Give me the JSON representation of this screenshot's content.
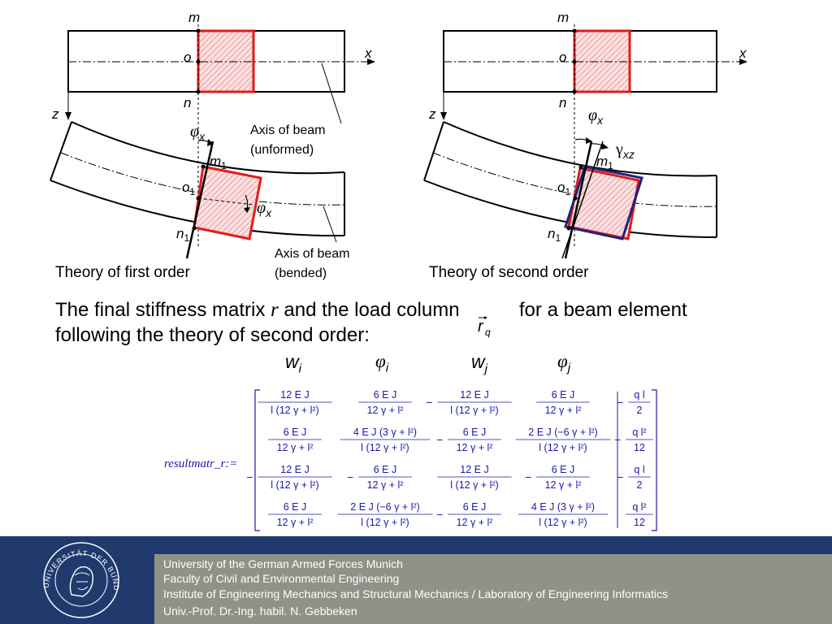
{
  "diagram": {
    "left_labels": {
      "m": "m",
      "o": "o",
      "n": "n",
      "x": "x",
      "z": "z",
      "phi": "φ",
      "phi_sub": "x",
      "m1": "m",
      "o1": "o",
      "n1": "n",
      "sub1": "1",
      "phi2": "φ",
      "phi2_sub": "x"
    },
    "axis_unformed": [
      "Axis of beam",
      "(unformed)"
    ],
    "axis_bended": [
      "Axis of beam",
      "(bended)"
    ],
    "caption_first": "Theory of first order",
    "right_labels": {
      "m": "m",
      "o": "o",
      "n": "n",
      "x": "x",
      "z": "z",
      "phi": "φ",
      "phi_sub": "x",
      "gamma": "γ",
      "gamma_sub": "xz",
      "m1": "m",
      "o1": "o",
      "n1": "n",
      "sub1": "1"
    },
    "caption_second": "Theory of second order"
  },
  "text": {
    "para_a": "The final stiffness matrix ",
    "para_r": "r",
    "para_b": " and the load column ",
    "para_rq": "r",
    "para_rq_sub": "q",
    "para_c": " for a beam element",
    "para_line2": "following the theory of second order:"
  },
  "matrix": {
    "label": "resultmatr_r:=",
    "col_headers": [
      {
        "sym": "w",
        "sub": "i"
      },
      {
        "sym": "φ",
        "sub": "i"
      },
      {
        "sym": "w",
        "sub": "j"
      },
      {
        "sym": "φ",
        "sub": "j"
      }
    ],
    "rows": [
      [
        {
          "sign": "",
          "num": "12 E J",
          "den": "l (12 γ + l²)"
        },
        {
          "sign": "",
          "num": "6 E J",
          "den": "12 γ + l²"
        },
        {
          "sign": "−",
          "num": "12 E J",
          "den": "l (12 γ + l²)"
        },
        {
          "sign": "",
          "num": "6 E J",
          "den": "12 γ + l²"
        },
        {
          "sign": "−",
          "num": "q l",
          "den": "2"
        }
      ],
      [
        {
          "sign": "",
          "num": "6 E J",
          "den": "12 γ + l²"
        },
        {
          "sign": "",
          "num": "4 E J (3 γ + l²)",
          "den": "l (12 γ + l²)"
        },
        {
          "sign": "−",
          "num": "6 E J",
          "den": "12 γ + l²"
        },
        {
          "sign": "",
          "num": "2 E J (−6 γ + l²)",
          "den": "l (12 γ + l²)"
        },
        {
          "sign": "−",
          "num": "q l²",
          "den": "12"
        }
      ],
      [
        {
          "sign": "−",
          "num": "12 E J",
          "den": "l (12 γ + l²)"
        },
        {
          "sign": "−",
          "num": "6 E J",
          "den": "12 γ + l²"
        },
        {
          "sign": "",
          "num": "12 E J",
          "den": "l (12 γ + l²)"
        },
        {
          "sign": "−",
          "num": "6 E J",
          "den": "12 γ + l²"
        },
        {
          "sign": "−",
          "num": "q l",
          "den": "2"
        }
      ],
      [
        {
          "sign": "",
          "num": "6 E J",
          "den": "12 γ + l²"
        },
        {
          "sign": "",
          "num": "2 E J (−6 γ + l²)",
          "den": "l (12 γ + l²)"
        },
        {
          "sign": "−",
          "num": "6 E J",
          "den": "12 γ + l²"
        },
        {
          "sign": "",
          "num": "4 E J (3 γ + l²)",
          "den": "l (12 γ + l²)"
        },
        {
          "sign": "",
          "num": "q l²",
          "den": "12"
        }
      ]
    ]
  },
  "footer": {
    "seal_text": "UNIVERSITÄT DER BUNDESWEHR MÜNCHEN",
    "lines": [
      "University of the German Armed Forces Munich",
      "Faculty of Civil and Environmental Engineering",
      "Institute of Engineering Mechanics and Structural Mechanics / Laboratory of Engineering Informatics",
      "Univ.-Prof. Dr.-Ing. habil. N. Gebbeken"
    ]
  },
  "colors": {
    "footer_blue": "#203a6e",
    "footer_gray": "#8e9287",
    "element_red": "#e01c1c",
    "element_blue": "#1a237e",
    "matrix_blue": "#1a1aa8",
    "hatch_pink": "#f4b6b6"
  }
}
